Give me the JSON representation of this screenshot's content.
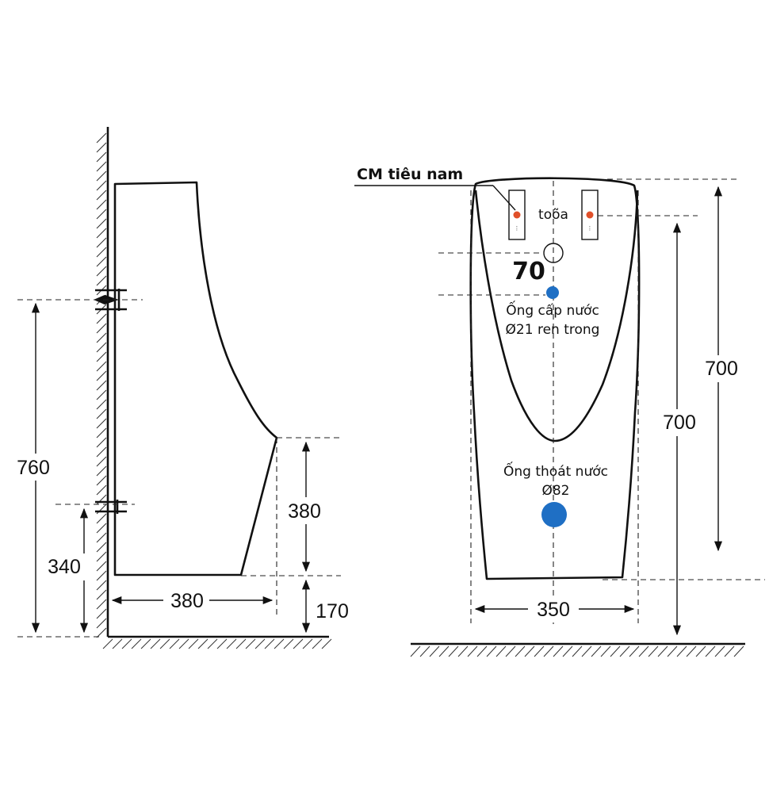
{
  "side_view": {
    "dim_total_height": "760",
    "dim_lower_inlet": "340",
    "dim_depth": "380",
    "dim_front_height": "380",
    "dim_floor_gap": "170"
  },
  "front_view": {
    "callout_label": "CM tiêu nam",
    "sensor_label": "toõa",
    "dim_pipe": "70",
    "supply_label_line1": "Ống cấp nước",
    "supply_label_line2": "Ø21 ren trong",
    "drain_label_line1": "Ống thoát nước",
    "drain_label_line2": "Ø82",
    "dim_height_right": "700",
    "dim_height_left": "700",
    "dim_width": "350"
  },
  "colors": {
    "pipe_blue": "#1f6fc4",
    "sensor_red": "#e0502a",
    "line": "#111111"
  }
}
